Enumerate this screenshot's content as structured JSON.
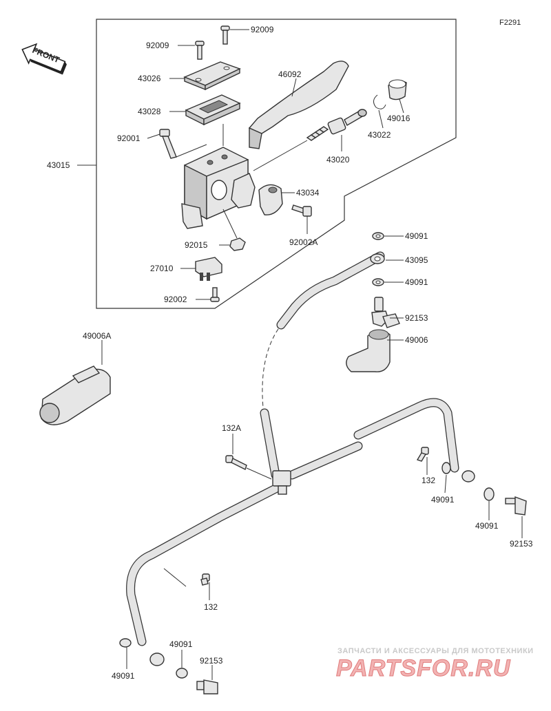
{
  "diagram_code": "F2291",
  "front_label": "FRONT",
  "parts": {
    "p92009a": "92009",
    "p92009b": "92009",
    "p43026": "43026",
    "p43028": "43028",
    "p46092": "46092",
    "p49016": "49016",
    "p43022": "43022",
    "p92001": "92001",
    "p43020": "43020",
    "p43015": "43015",
    "p43034": "43034",
    "p92002A": "92002A",
    "p92015": "92015",
    "p27010": "27010",
    "p92002": "92002",
    "p49091a": "49091",
    "p43095": "43095",
    "p49091b": "49091",
    "p92153a": "92153",
    "p49006": "49006",
    "p49006A": "49006A",
    "p132A": "132A",
    "p132a": "132",
    "p49091c": "49091",
    "p49091d": "49091",
    "p92153b": "92153",
    "p132b": "132",
    "p49091e": "49091",
    "p49091f": "49091",
    "p92153c": "92153"
  },
  "watermark": {
    "top": "ЗАПЧАСТИ И АКСЕССУАРЫ ДЛЯ МОТОТЕХНИКИ",
    "main": "PARTSFOR.RU"
  }
}
